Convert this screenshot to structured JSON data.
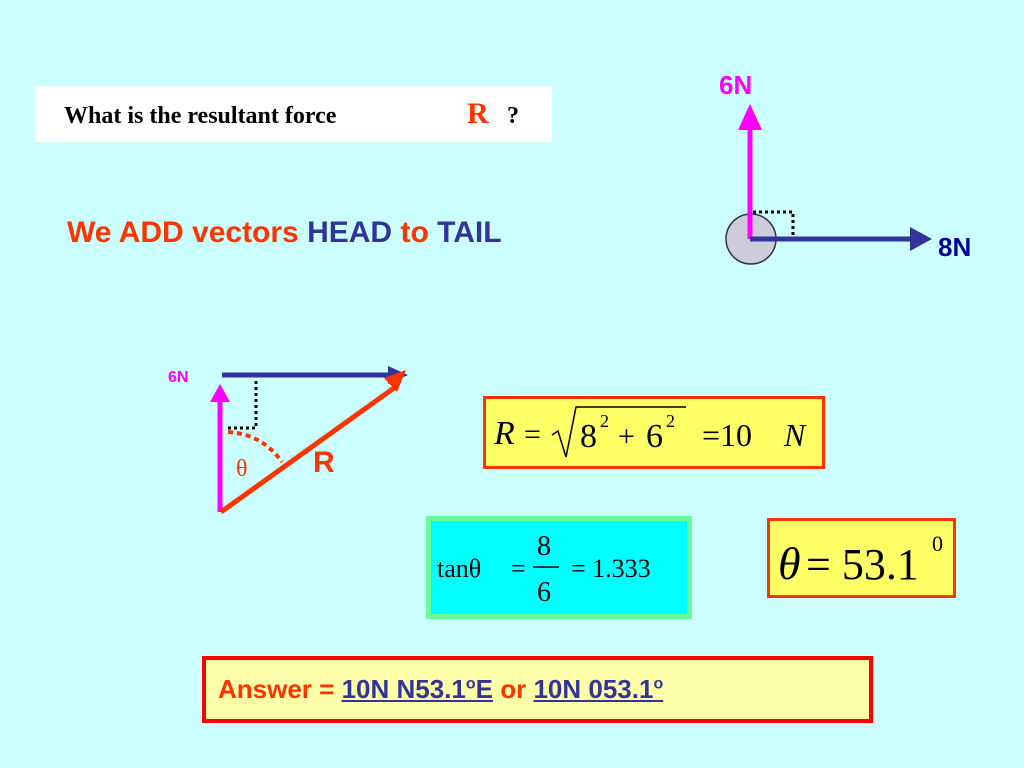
{
  "question": {
    "text": "What is the resultant force",
    "symbol": "R",
    "mark": "?"
  },
  "rule": {
    "part1": "We ADD vectors",
    "part2": "HEAD",
    "part3": "to",
    "part4": "TAIL"
  },
  "diagram_top": {
    "vertical_label": "6N",
    "horizontal_label": "8N"
  },
  "diagram_triangle": {
    "vertical_label": "6N",
    "resultant_label": "R",
    "angle_label": "θ"
  },
  "equations": {
    "resultant": {
      "lhs": "R",
      "eq": "=",
      "a": "8",
      "a_exp": "2",
      "plus": "+",
      "b": "6",
      "b_exp": "2",
      "result": "=10",
      "unit": "N"
    },
    "tangent": {
      "fn": "tanθ",
      "eq": "=",
      "num": "8",
      "den": "6",
      "result": "= 1.333"
    },
    "angle": {
      "lhs": "θ",
      "value": "= 53.1",
      "exp": "0"
    }
  },
  "answer": {
    "prefix": "Answer =",
    "option1_main": "10N N53.1",
    "option1_sup": "o",
    "option1_tail": "E",
    "or": "or",
    "option2_main": "10N 053.1",
    "option2_sup": "o"
  },
  "colors": {
    "background": "#ccffff",
    "magenta": "#ff00ff",
    "navy": "#333399",
    "orange_red": "#ff3300"
  }
}
